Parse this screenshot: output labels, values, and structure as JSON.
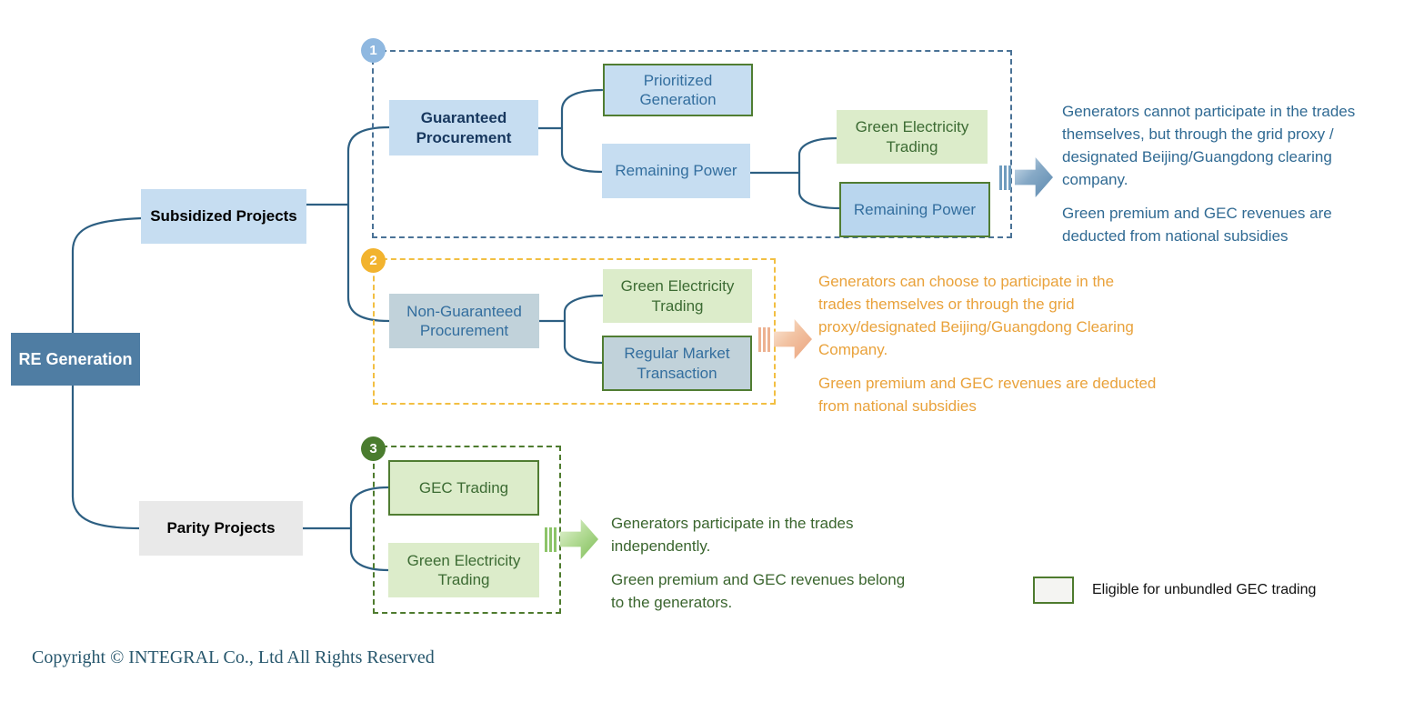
{
  "tree": {
    "root_label": "RE Generation",
    "subsidized_label": "Subsidized Projects",
    "parity_label": "Parity Projects"
  },
  "section1": {
    "badge": "1",
    "guaranteed_label": "Guaranteed Procurement",
    "prioritized_label": "Prioritized Generation",
    "remaining_label": "Remaining Power",
    "green_trading_label": "Green Electricity Trading",
    "remaining2_label": "Remaining Power",
    "note_para1": "Generators cannot participate in the trades themselves, but through the grid proxy / designated Beijing/Guangdong clearing company.",
    "note_para2": "Green premium and GEC revenues are deducted from national subsidies"
  },
  "section2": {
    "badge": "2",
    "nonguaranteed_label": "Non-Guaranteed Procurement",
    "green_trading_label": "Green Electricity Trading",
    "regular_label": "Regular Market Transaction",
    "note_para1": "Generators can choose to participate in the trades themselves or through the grid proxy/designated Beijing/Guangdong Clearing Company.",
    "note_para2": "Green premium and GEC revenues are deducted from national subsidies"
  },
  "section3": {
    "badge": "3",
    "gec_label": "GEC Trading",
    "green_trading_label": "Green Electricity Trading",
    "note_para1": "Generators participate in the trades independently.",
    "note_para2": "Green premium and GEC revenues belong to the generators."
  },
  "legend": {
    "label": "Eligible for unbundled GEC trading"
  },
  "footer": {
    "copyright": "Copyright © INTEGRAL Co., Ltd All Rights Reserved"
  },
  "colors": {
    "root_box": "#4f7da3",
    "light_blue_box": "#c6ddf1",
    "gray_blue_box": "#c1d2da",
    "green_box": "#dcecca",
    "deep_blue_box": "#b9d6ee",
    "gray_box": "#e9e9e9",
    "green_border": "#507d32",
    "connector_line": "#2d5f82",
    "zone1_dash": "#4a7296",
    "zone2_dash": "#f2bf42",
    "zone3_dash": "#4e7b2e",
    "badge1": "#8fb8e0",
    "badge2": "#f2b32e",
    "badge3": "#4a7c2f",
    "note1_text": "#306a93",
    "note2_text": "#e9a23b",
    "note3_text": "#3a652e",
    "footer_text": "#26566c"
  }
}
